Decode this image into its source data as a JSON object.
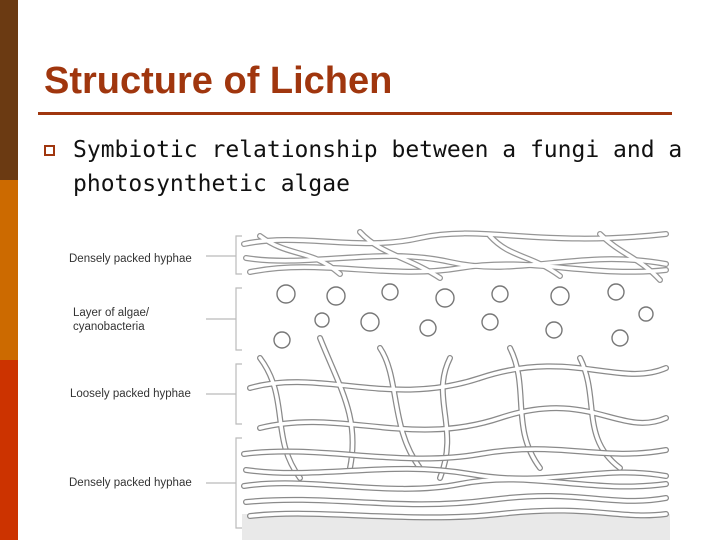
{
  "slide": {
    "title": "Structure of Lichen",
    "bullet": "Symbiotic relationship between a fungi and a photosynthetic algae",
    "colors": {
      "title": "#a0360e",
      "sidebar_top": "#6b3a12",
      "sidebar_mid": "#cc6a00",
      "sidebar_bottom": "#cc3300"
    }
  },
  "diagram": {
    "labels": {
      "top_layer": "Densely packed hyphae",
      "algae_layer": "Layer of algae/ cyanobacteria",
      "middle_layer": "Loosely packed hyphae",
      "bottom_layer": "Densely packed hyphae"
    }
  }
}
